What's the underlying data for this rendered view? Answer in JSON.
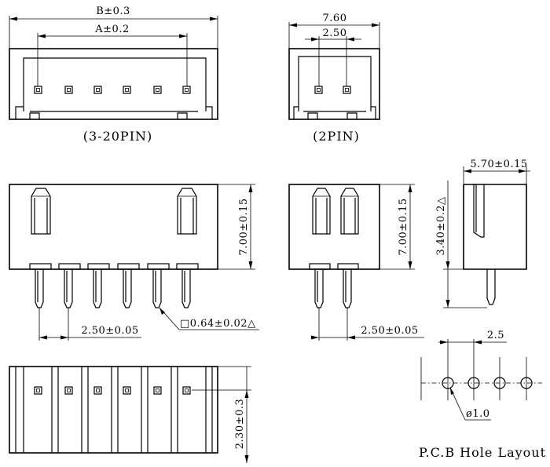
{
  "top_view_multi": {
    "dim_b": "B±0.3",
    "dim_a": "A±0.2",
    "caption": "(3-20PIN)"
  },
  "top_view_2pin": {
    "dim_width": "7.60",
    "dim_pitch": "2.50",
    "caption": "(2PIN)"
  },
  "front_view_multi": {
    "dim_height": "7.00±0.15",
    "dim_pitch": "2.50±0.05",
    "dim_pin": "□0.64±0.02△"
  },
  "front_view_2pin": {
    "dim_height": "7.00±0.15",
    "dim_pitch": "2.50±0.05"
  },
  "side_view": {
    "dim_depth": "5.70±0.15",
    "dim_slot": "3.40±0.2△"
  },
  "bottom_view": {
    "dim_offset": "2.30±0.3"
  },
  "pcb_layout": {
    "dim_pitch": "2.5",
    "dim_hole": "ø1.0",
    "caption": "P.C.B Hole Layout"
  }
}
